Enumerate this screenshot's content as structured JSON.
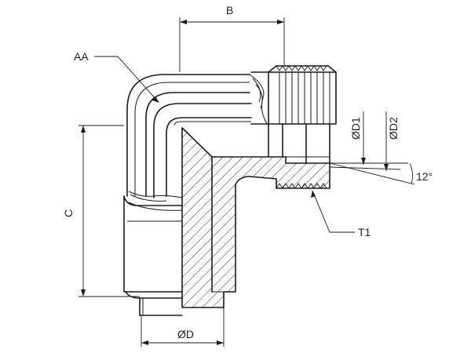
{
  "labels": {
    "b": "B",
    "aa": "AA",
    "c": "C",
    "od": "ØD",
    "od1": "ØD1",
    "od2": "ØD2",
    "angle": "12°",
    "t1": "T1"
  },
  "colors": {
    "line": "#1a1a1a",
    "background": "#ffffff"
  }
}
